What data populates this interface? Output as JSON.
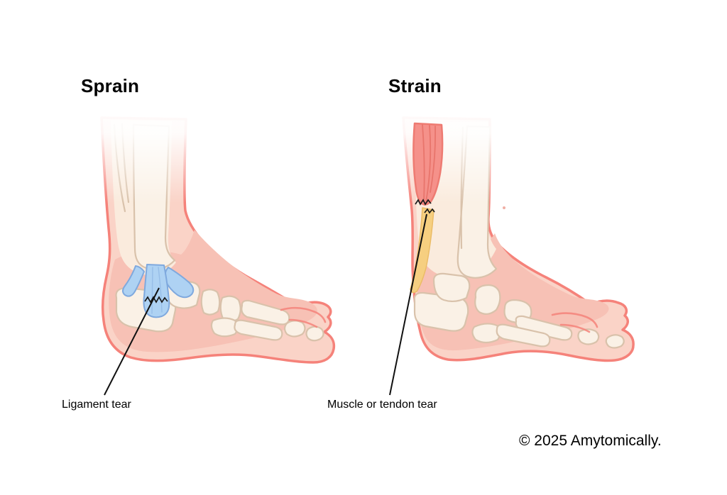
{
  "illustration": {
    "panels": [
      {
        "id": "sprain",
        "title": "Sprain",
        "label": "Ligament tear"
      },
      {
        "id": "strain",
        "title": "Strain",
        "label": "Muscle or tendon tear"
      }
    ],
    "copyright": "© 2025 Amytomically."
  },
  "colors": {
    "background": "#ffffff",
    "text": "#000000",
    "skin-outline": "#f5827a",
    "skin-fill": "#fad3c7",
    "skin-deep": "#f7c1b5",
    "tissue-cream": "#faebdd",
    "bone-fill": "#faf1e6",
    "bone-outline": "#d9c2ab",
    "ligament-fill": "#aed2f3",
    "ligament-outline": "#7fa9de",
    "muscle-fill": "#f5918a",
    "muscle-outline": "#ee7b72",
    "muscle-striation": "#e8756c",
    "tendon-fill": "#f6cf80",
    "tendon-outline": "#ebbc66",
    "tear-line": "#1a1a1a",
    "pointer-line": "#111111",
    "speckle": "#f0afa5"
  }
}
